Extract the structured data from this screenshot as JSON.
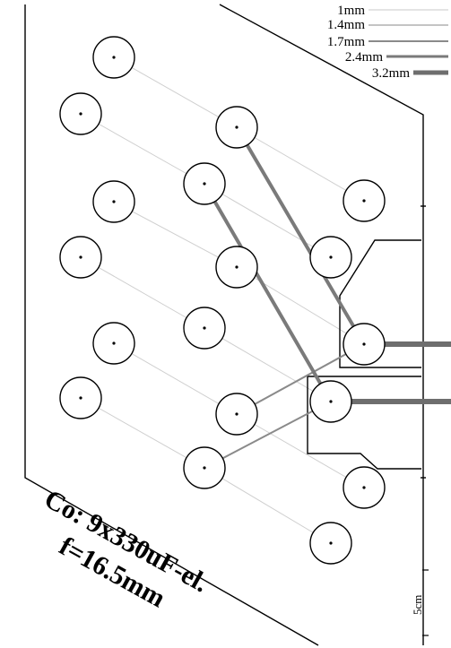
{
  "legend": {
    "items": [
      {
        "label": "1mm",
        "color": "#bdbdbd"
      },
      {
        "label": "1.4mm",
        "color": "#b0b0b0"
      },
      {
        "label": "1.7mm",
        "color": "#8a8a8a"
      },
      {
        "label": "2.4mm",
        "color": "#7a7a7a"
      },
      {
        "label": "3.2mm",
        "color": "#6e6e6e"
      }
    ]
  },
  "note": {
    "line1": "Co: 9x330uF-el.",
    "line2": "f=16.5mm"
  },
  "scale": {
    "label": "5cm"
  },
  "colors": {
    "thin_trace": "#c8c8c8",
    "thick_trace": "#7a7a7a",
    "outline": "#000000",
    "background": "#ffffff"
  }
}
